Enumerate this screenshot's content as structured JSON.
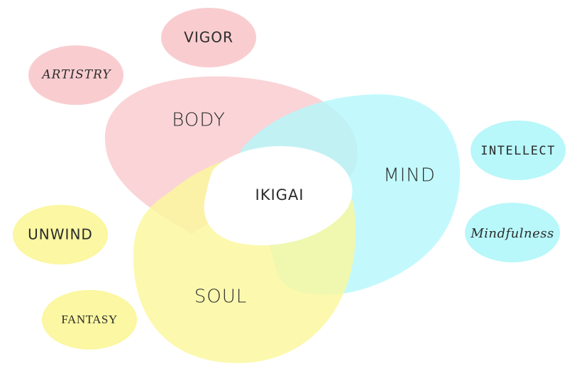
{
  "diagram": {
    "center_label": "IKIGAI",
    "regions": {
      "body": {
        "label": "BODY",
        "color": "#f9c9cd"
      },
      "mind": {
        "label": "MIND",
        "color": "#b4f8fb"
      },
      "soul": {
        "label": "SOUL",
        "color": "#fbf79b"
      }
    },
    "satellites": {
      "vigor": {
        "label": "VIGOR",
        "color": "#f9cdd0"
      },
      "artistry": {
        "label": "ARTISTRY",
        "color": "#f9cdd0"
      },
      "intellect": {
        "label": "INTELLECT",
        "color": "#b8f7fa"
      },
      "mindfulness": {
        "label": "Mindfulness",
        "color": "#b8f7fa"
      },
      "unwind": {
        "label": "UNWIND",
        "color": "#fbf7a2"
      },
      "fantasy": {
        "label": "FANTASY",
        "color": "#fbf7a2"
      }
    }
  }
}
